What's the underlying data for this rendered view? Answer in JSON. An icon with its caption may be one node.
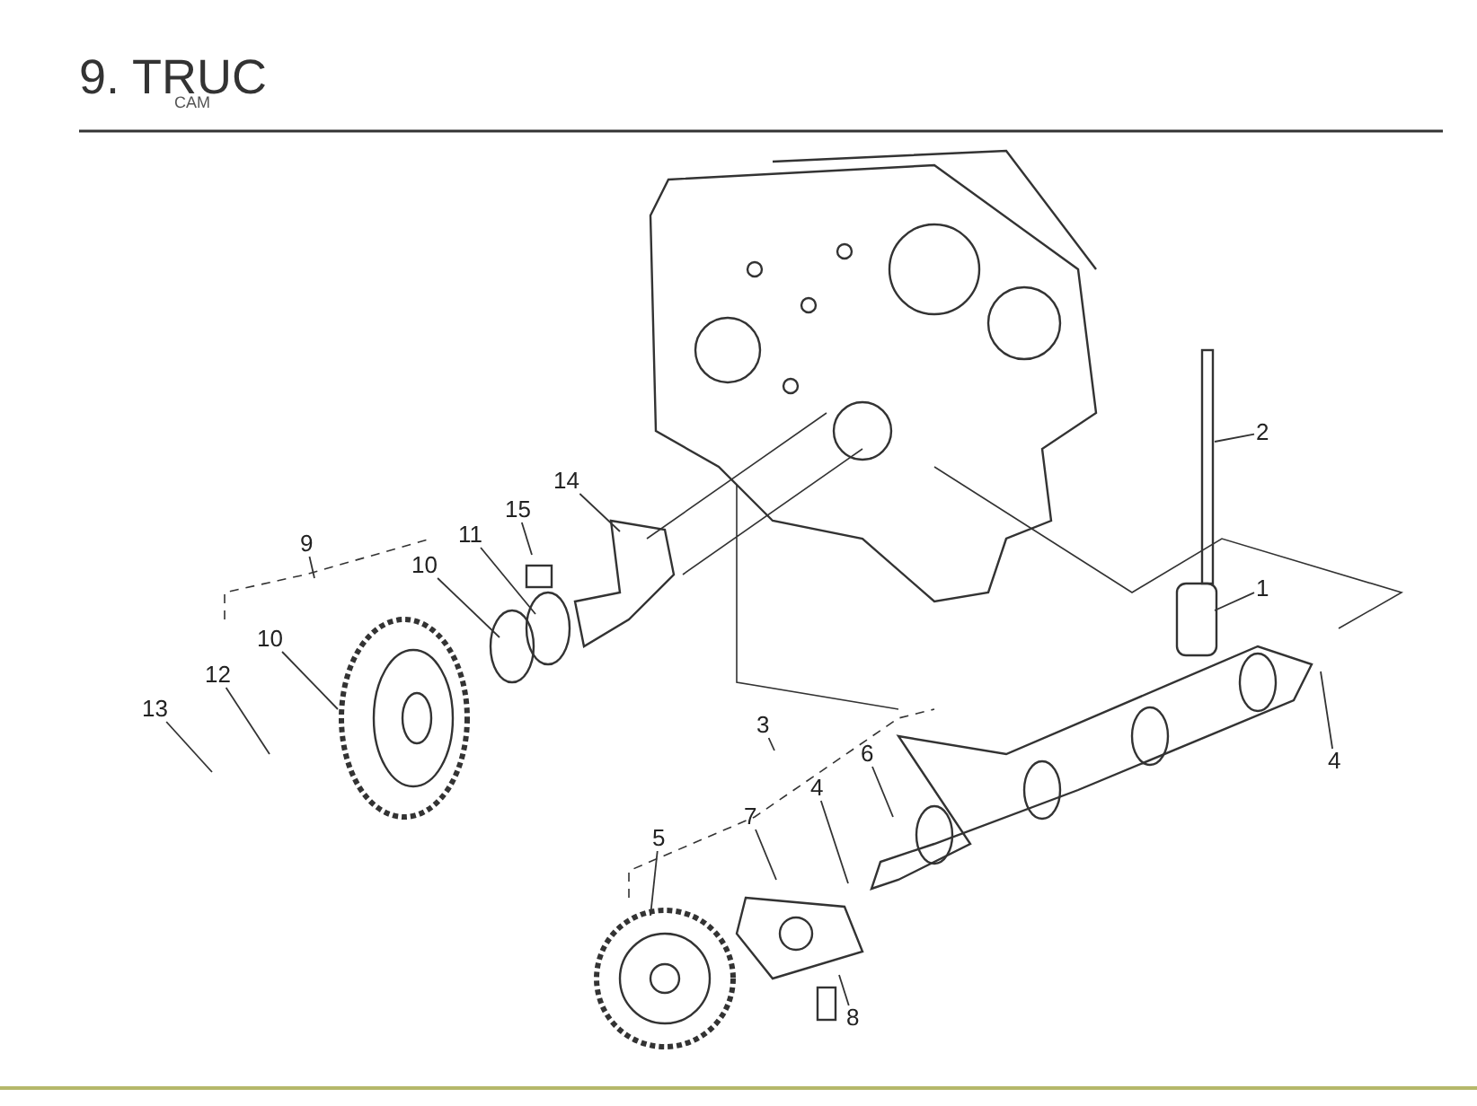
{
  "diagram": {
    "title": "9. TRUC",
    "nodes": [
      {
        "text": [
          "13"
        ]
      },
      {
        "text": [
          "12"
        ]
      },
      {
        "text": [
          "10"
        ]
      },
      {
        "text": [
          "9"
        ]
      },
      {
        "text": [
          "10"
        ]
      },
      {
        "text": [
          "11"
        ]
      },
      {
        "text": [
          "15"
        ]
      },
      {
        "text": [
          "14"
        ]
      },
      {
        "text": [
          "2"
        ]
      },
      {
        "text": [
          "1"
        ]
      },
      {
        "text": [
          "4"
        ]
      },
      {
        "text": [
          "3"
        ]
      },
      {
        "text": [
          "6"
        ]
      },
      {
        "text": [
          "4"
        ]
      },
      {
        "text": [
          "7"
        ]
      },
      {
        "text": [
          "5"
        ]
      },
      {
        "text": [
          "8"
        ]
      }
    ],
    "edges": [
      {
        "from": 0,
        "to": null,
        "arrow": "none"
      },
      {
        "from": 1,
        "to": null,
        "arrow": "none"
      },
      {
        "from": 2,
        "to": null,
        "arrow": "none"
      },
      {
        "from": 3,
        "to": null,
        "arrow": "none"
      },
      {
        "from": 4,
        "to": null,
        "arrow": "none"
      },
      {
        "from": 5,
        "to": null,
        "arrow": "none"
      },
      {
        "from": 6,
        "to": null,
        "arrow": "none"
      },
      {
        "from": 7,
        "to": null,
        "arrow": "none"
      },
      {
        "from": 8,
        "to": null,
        "arrow": "none"
      },
      {
        "from": 9,
        "to": null,
        "arrow": "none"
      },
      {
        "from": 10,
        "to": null,
        "arrow": "none"
      },
      {
        "from": 11,
        "to": null,
        "arrow": "none"
      },
      {
        "from": 12,
        "to": null,
        "arrow": "none"
      },
      {
        "from": 13,
        "to": null,
        "arrow": "none"
      },
      {
        "from": 14,
        "to": null,
        "arrow": "none"
      },
      {
        "from": 15,
        "to": null,
        "arrow": "none"
      },
      {
        "from": 16,
        "to": null,
        "arrow": "none"
      }
    ],
    "labels": [
      "CAM"
    ]
  }
}
